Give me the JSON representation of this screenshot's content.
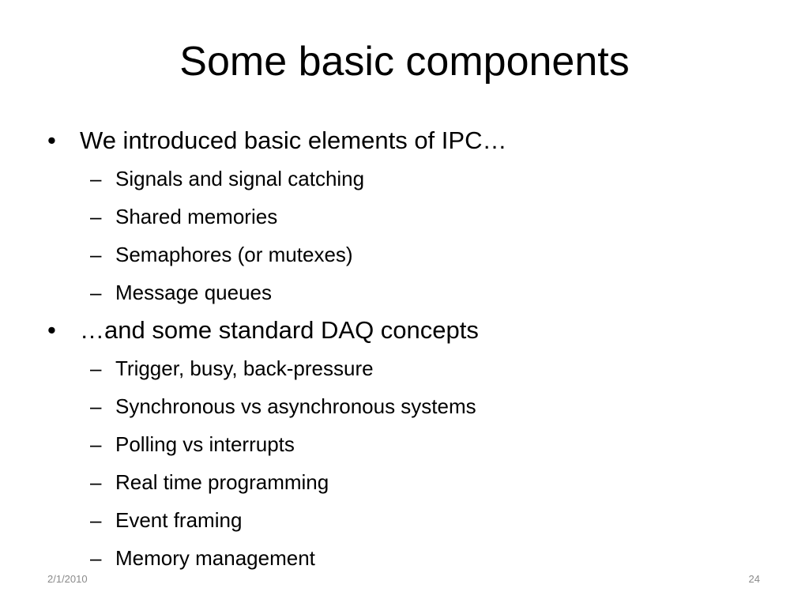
{
  "slide": {
    "title": "Some basic components",
    "bullets": [
      {
        "text": "We introduced basic elements of IPC…",
        "subitems": [
          "Signals and signal catching",
          "Shared memories",
          "Semaphores (or mutexes)",
          "Message queues"
        ]
      },
      {
        "text": "…and some standard DAQ concepts",
        "subitems": [
          "Trigger, busy, back-pressure",
          "Synchronous vs asynchronous systems",
          "Polling vs interrupts",
          "Real time programming",
          "Event framing",
          "Memory management"
        ]
      }
    ],
    "bullet_glyph": "•",
    "dash_glyph": "–"
  },
  "footer": {
    "date": "2/1/2010",
    "page_number": "24"
  }
}
